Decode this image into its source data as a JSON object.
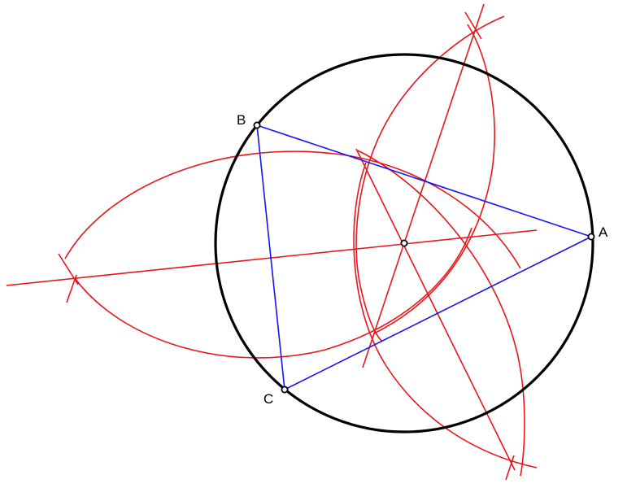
{
  "diagram": {
    "title": "",
    "labels": {
      "a": "A",
      "b": "B",
      "c": "C"
    }
  },
  "colors": {
    "circle": "#000000",
    "triangle": "#0000ff",
    "construction": "#ff0000",
    "background": "#ffffff"
  }
}
